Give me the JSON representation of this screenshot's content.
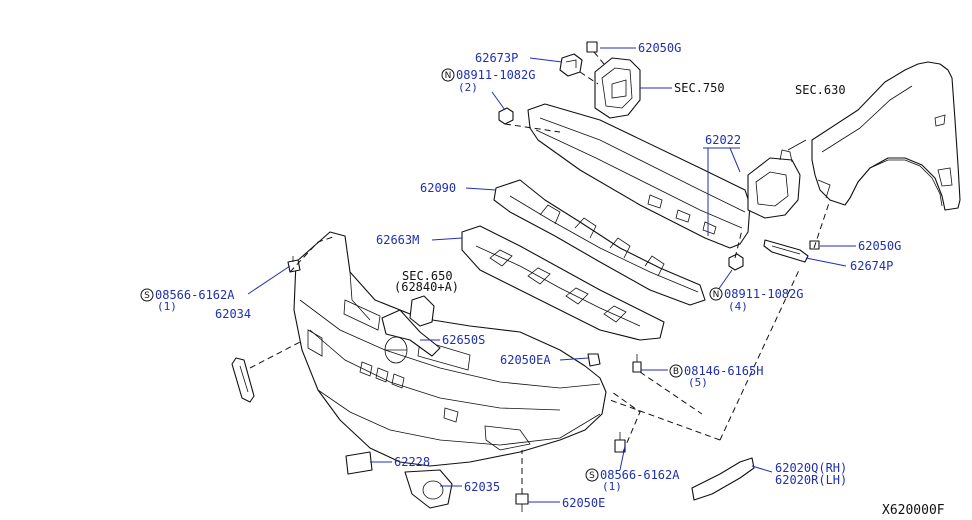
{
  "figure_code": "X620000F",
  "sections": {
    "sec_750": "SEC.750",
    "sec_630": "SEC.630",
    "sec_650": "SEC.650",
    "sec_650_sub": "(62840+A)"
  },
  "parts": {
    "p62673P": "62673P",
    "p62050G_top": "62050G",
    "p08911_top": "08911-1082G",
    "p08911_top_qty": "(2)",
    "p62022": "62022",
    "p62090": "62090",
    "p62663M": "62663M",
    "p62050G_right": "62050G",
    "p62674P": "62674P",
    "p08911_mid": "08911-1082G",
    "p08911_mid_qty": "(4)",
    "p08566_left": "08566-6162A",
    "p08566_left_qty": "(1)",
    "p62034": "62034",
    "p62650S": "62650S",
    "p62050EA": "62050EA",
    "p08146": "08146-6165H",
    "p08146_qty": "(5)",
    "p62228": "62228",
    "p08566_bottom": "08566-6162A",
    "p08566_bottom_qty": "(1)",
    "p62020Q": "62020Q(RH)",
    "p62020R": "62020R(LH)",
    "p62035": "62035",
    "p62050E": "62050E"
  },
  "symbols": {
    "nut": "N",
    "screw": "S",
    "bolt": "B"
  }
}
